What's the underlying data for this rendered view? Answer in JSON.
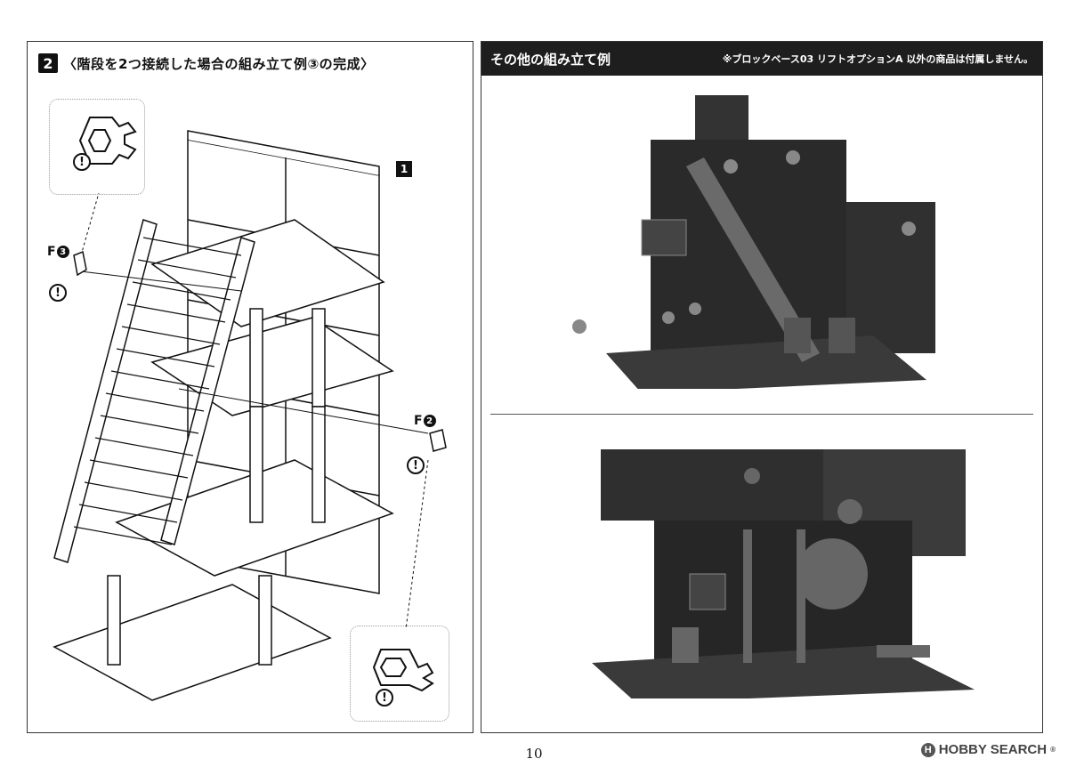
{
  "left": {
    "step_number": "2",
    "step_title": "〈階段を2つ接続した場合の組み立て例③の完成〉",
    "label_one": "1",
    "part_f3_letter": "F",
    "part_f3_num": "3",
    "part_f2_letter": "F",
    "part_f2_num": "2",
    "warn_symbol": "!"
  },
  "right": {
    "title": "その他の組み立て例",
    "note": "※ブロックベース03 リフトオプションA 以外の商品は付属しません。"
  },
  "page_number": "10",
  "watermark": {
    "logo_letter": "H",
    "text": "HOBBY SEARCH",
    "reg": "®"
  }
}
